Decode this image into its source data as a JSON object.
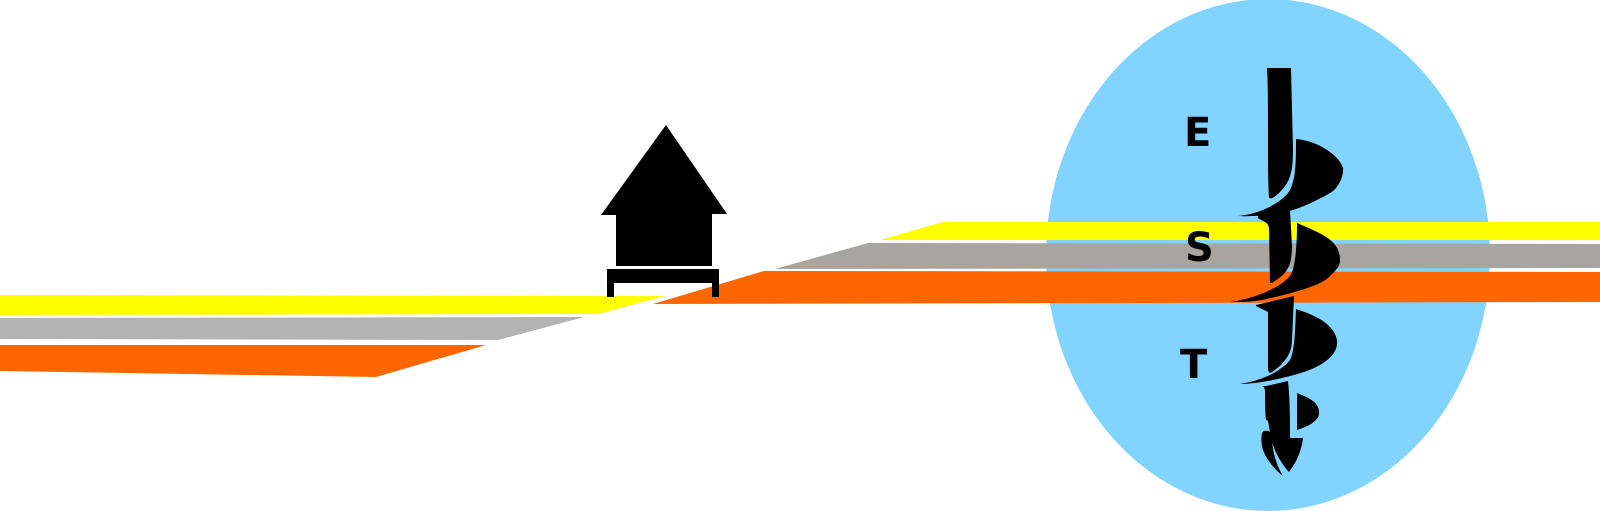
{
  "colors": {
    "background": "#ffffff",
    "circle": "#80d4ff",
    "layer_yellow": "#ffff00",
    "layer_gray_left": "#b3b3b3",
    "layer_gray_right": "#a8a5a0",
    "layer_orange": "#ff6600",
    "glyph": "#000000"
  },
  "logo": {
    "letters": [
      "E",
      "S",
      "T"
    ]
  }
}
